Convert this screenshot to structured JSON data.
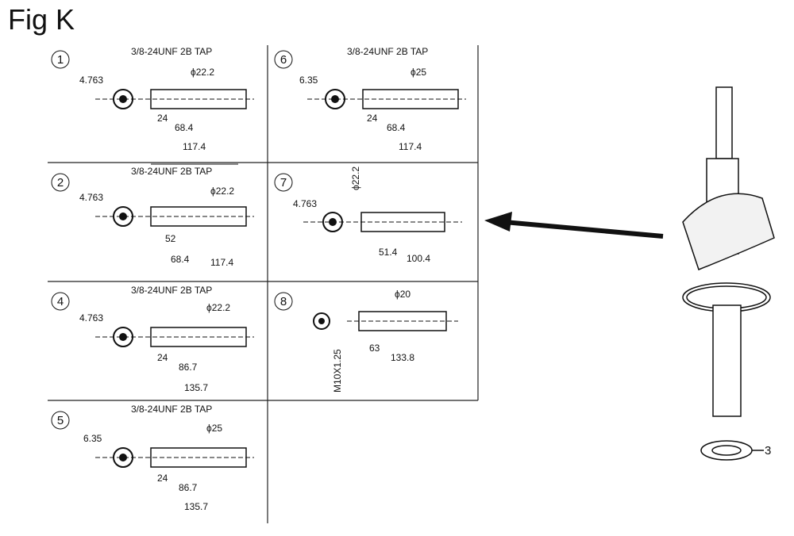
{
  "figure": {
    "title": "Fig K"
  },
  "panels": [
    {
      "number": "1",
      "thread": "3/8-24UNF 2B TAP",
      "offset": "4.763",
      "diameter": "ϕ22.2",
      "dim_a": "24",
      "dim_b": "68.4",
      "dim_c": "117.4"
    },
    {
      "number": "2",
      "thread": "3/8-24UNF 2B TAP",
      "offset": "4.763",
      "diameter": "ϕ22.2",
      "dim_a": "52",
      "dim_b": "68.4",
      "dim_c": "117.4"
    },
    {
      "number": "4",
      "thread": "3/8-24UNF 2B TAP",
      "offset": "4.763",
      "diameter": "ϕ22.2",
      "dim_a": "24",
      "dim_b": "86.7",
      "dim_c": "135.7"
    },
    {
      "number": "5",
      "thread": "3/8-24UNF 2B TAP",
      "offset": "6.35",
      "diameter": "ϕ25",
      "dim_a": "24",
      "dim_b": "86.7",
      "dim_c": "135.7"
    },
    {
      "number": "6",
      "thread": "3/8-24UNF 2B TAP",
      "offset": "6.35",
      "diameter": "ϕ25",
      "dim_a": "24",
      "dim_b": "68.4",
      "dim_c": "117.4"
    },
    {
      "number": "7",
      "thread": "",
      "offset": "4.763",
      "diameter": "ϕ22.2",
      "dim_a": "",
      "dim_b": "51.4",
      "dim_c": "100.4"
    },
    {
      "number": "8",
      "thread": "M10X1.25",
      "offset": "",
      "diameter": "ϕ20",
      "dim_a": "",
      "dim_b": "63",
      "dim_c": "133.8"
    }
  ],
  "part_callout": "3"
}
